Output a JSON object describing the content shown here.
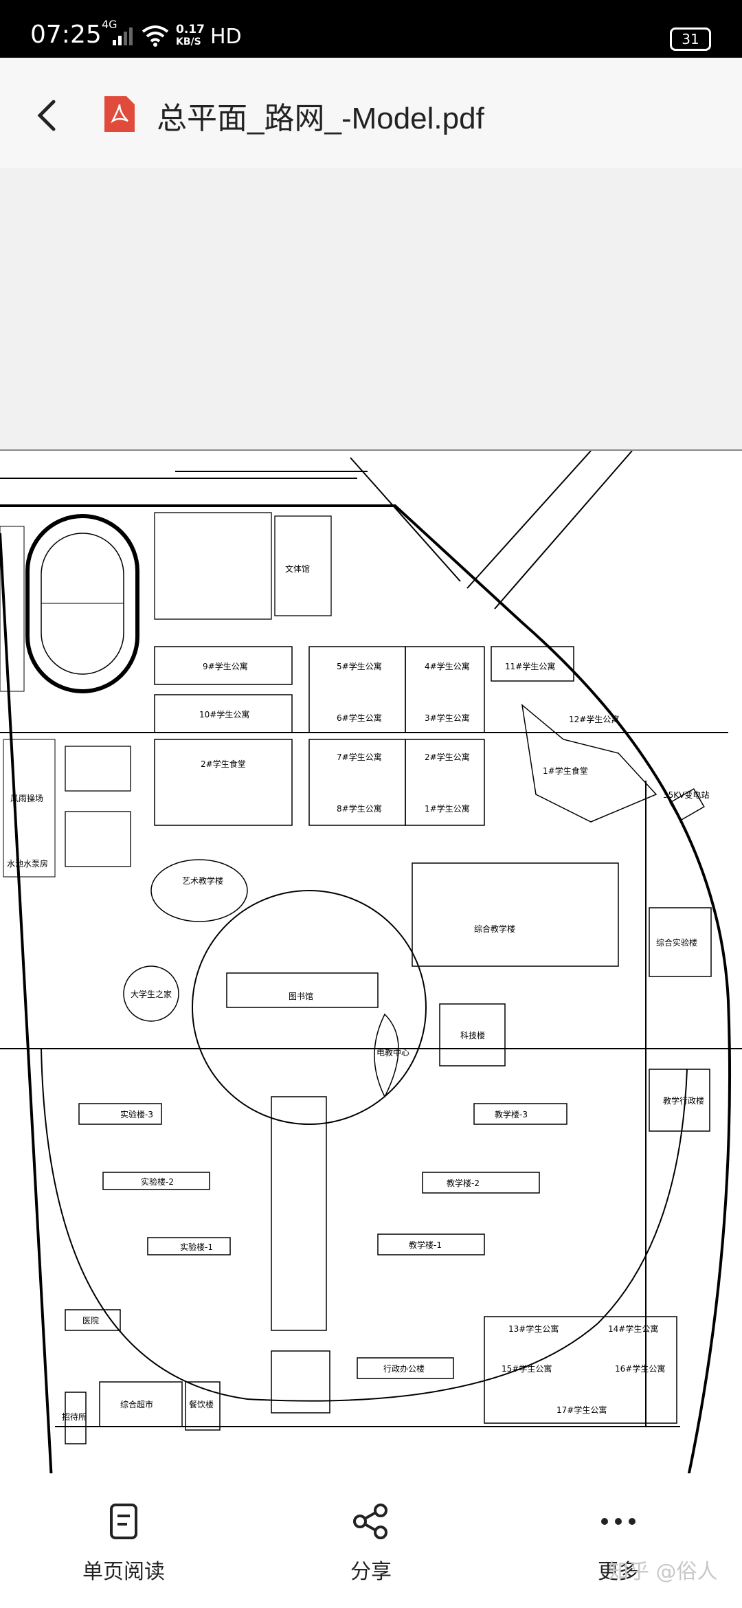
{
  "status": {
    "time": "07:25",
    "network": "4G",
    "speed": "0.17\nKB/S",
    "speed_value": "0.17",
    "speed_unit": "KB/S",
    "hd": "HD",
    "battery": "31"
  },
  "header": {
    "title": "总平面_路网_-Model.pdf",
    "back_icon": "chevron-left-icon",
    "file_icon": "pdf-file-icon"
  },
  "map": {
    "labels": [
      "文体馆",
      "9#学生公寓",
      "10#学生公寓",
      "5#学生公寓",
      "6#学生公寓",
      "4#学生公寓",
      "3#学生公寓",
      "11#学生公寓",
      "12#学生公寓",
      "2#学生食堂",
      "7#学生公寓",
      "8#学生公寓",
      "2#学生公寓",
      "1#学生公寓",
      "1#学生食堂",
      "35KV变电站",
      "风雨操场",
      "水池水泵房",
      "艺术教学楼",
      "综合教学楼",
      "综合实验楼",
      "大学生之家",
      "图书馆",
      "科技楼",
      "电教中心",
      "教学行政楼",
      "实验楼-3",
      "实验楼-2",
      "实验楼-1",
      "教学楼-3",
      "教学楼-2",
      "教学楼-1",
      "医院",
      "13#学生公寓",
      "14#学生公寓",
      "15#学生公寓",
      "16#学生公寓",
      "17#学生公寓",
      "行政办公楼",
      "招待所",
      "综合超市",
      "餐饮楼"
    ]
  },
  "toolbar": {
    "single_page": "单页阅读",
    "share": "分享",
    "more": "更多"
  },
  "watermark": "知乎 @俗人"
}
